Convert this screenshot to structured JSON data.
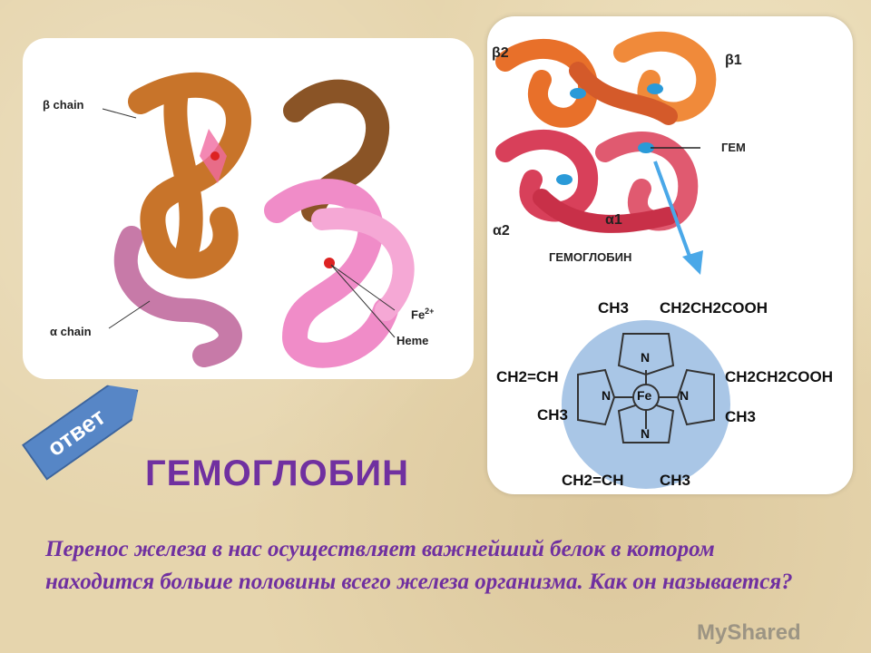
{
  "left_figure": {
    "labels": {
      "beta_chain": "β chain",
      "alpha_chain": "α chain",
      "fe": "Fe",
      "fe_charge": "2+",
      "heme": "Heme"
    }
  },
  "right_figure": {
    "labels": {
      "beta2": "β2",
      "beta1": "β1",
      "gem": "ГЕМ",
      "alpha2": "α2",
      "alpha1": "α1",
      "caption": "ГЕМОГЛОБИН"
    },
    "heme_structure": {
      "top_left": "CH3",
      "top_right": "CH2CH2COOH",
      "left_top": "CH2=CH",
      "left_bottom": "CH3",
      "right_top": "CH2CH2COOH",
      "right_bottom": "CH3",
      "bottom_left": "CH2=CH",
      "bottom_right": "CH3",
      "center": "Fe",
      "nitrogen": "N"
    }
  },
  "title": "ГЕМОГЛОБИН",
  "answer_button": "ответ",
  "question": "Перенос железа в нас осуществляет важнейший белок в котором находится больше половины всего железа организма. Как он называется?",
  "watermark": "MyShared",
  "colors": {
    "title": "#7030a0",
    "button": "#4a7fc8",
    "beta": "#c8742a",
    "alpha": "#c77aa8",
    "pink": "#f08cc8",
    "red": "#d8405a"
  }
}
